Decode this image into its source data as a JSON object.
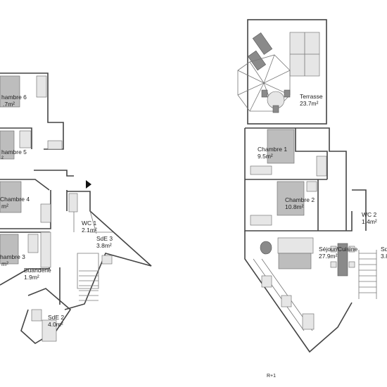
{
  "plans": {
    "left": {
      "rooms": [
        {
          "id": "chambre6",
          "name": "hambre 6",
          "area": ".7m²"
        },
        {
          "id": "chambre5",
          "name": "hambre 5",
          "area": "²"
        },
        {
          "id": "chambre4",
          "name": "Chambre 4",
          "area": "m²"
        },
        {
          "id": "chambre3",
          "name": "hambre 3",
          "area": "m²"
        },
        {
          "id": "wc1",
          "name": "WC 1",
          "area": "2.1m²"
        },
        {
          "id": "sde3",
          "name": "SdE 3",
          "area": "3.8m²"
        },
        {
          "id": "buanderie",
          "name": "Buanderie",
          "area": "1.9m²"
        },
        {
          "id": "sde2",
          "name": "SdE 2",
          "area": "4.0m²"
        }
      ]
    },
    "right": {
      "rooms": [
        {
          "id": "terrasse",
          "name": "Terrasse",
          "area": "23.7m²"
        },
        {
          "id": "chambre1",
          "name": "Chambre 1",
          "area": "9.5m²"
        },
        {
          "id": "chambre2",
          "name": "Chambre 2",
          "area": "10.8m²"
        },
        {
          "id": "wc2",
          "name": "WC 2",
          "area": "1.4m²"
        },
        {
          "id": "sejour",
          "name": "Séjour/Cuisine",
          "area": "27.9m²"
        },
        {
          "id": "sde_right",
          "name": "Sd",
          "area": "3.8"
        }
      ],
      "level_label": "R+1"
    }
  },
  "icons": {
    "entry_marker": "entry-arrow-icon"
  }
}
